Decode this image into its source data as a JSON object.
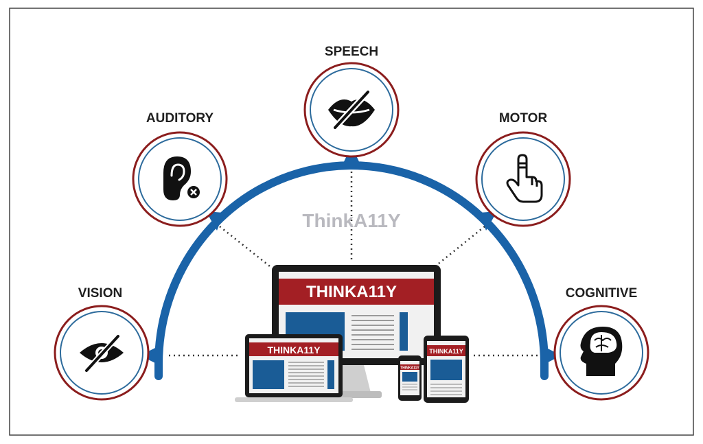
{
  "center_label": "ThinkA11Y",
  "screen_title": "THINKA11Y",
  "categories": [
    {
      "key": "vision",
      "label": "VISION",
      "icon": "eye-slash-icon"
    },
    {
      "key": "auditory",
      "label": "AUDITORY",
      "icon": "ear-x-icon"
    },
    {
      "key": "speech",
      "label": "SPEECH",
      "icon": "lips-slash-icon"
    },
    {
      "key": "motor",
      "label": "MOTOR",
      "icon": "pointing-hand-icon"
    },
    {
      "key": "cognitive",
      "label": "COGNITIVE",
      "icon": "head-brain-icon"
    }
  ],
  "colors": {
    "arc_blue": "#1a63a8",
    "circle_red": "#8b1d1d",
    "circle_blue": "#2d6b9c",
    "banner_red": "#a31f24",
    "frame_dark": "#222222",
    "center_text": "#b9b9bf"
  }
}
